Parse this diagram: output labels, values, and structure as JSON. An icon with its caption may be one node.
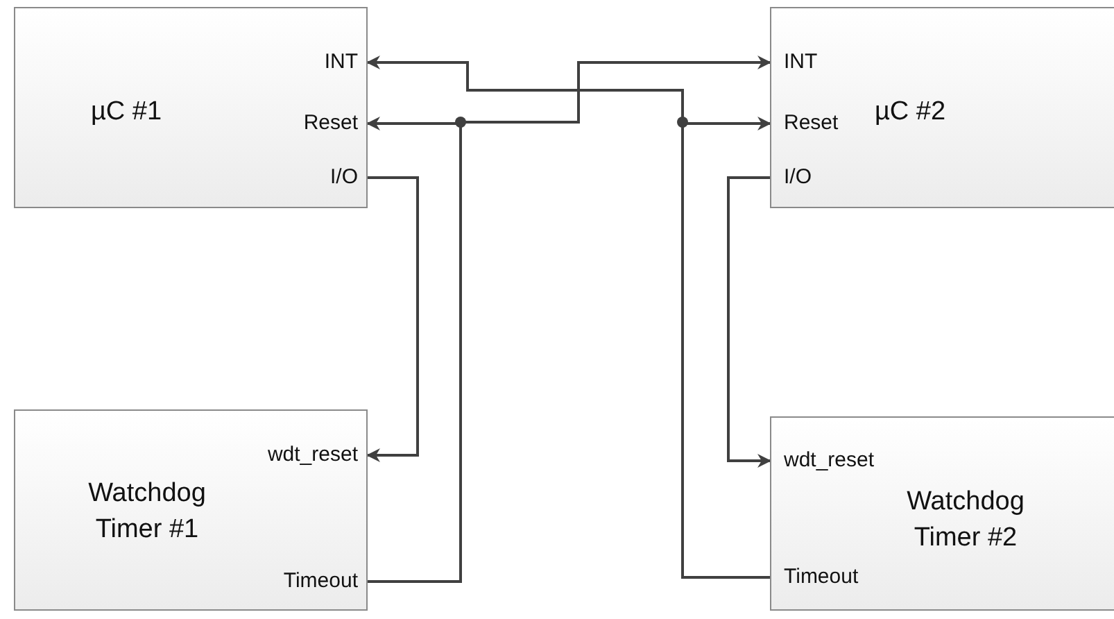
{
  "diagram": {
    "nodes": [
      {
        "text": [
          "µC #1"
        ]
      },
      {
        "text": [
          "INT"
        ],
        "in": 0
      },
      {
        "text": [
          "Reset"
        ],
        "in": 0
      },
      {
        "text": [
          "I/O"
        ],
        "in": 0
      },
      {
        "text": [
          "µC #2"
        ]
      },
      {
        "text": [
          "INT"
        ],
        "in": 4
      },
      {
        "text": [
          "Reset"
        ],
        "in": 4
      },
      {
        "text": [
          "I/O"
        ],
        "in": 4
      },
      {
        "text": [
          "Watchdog Timer #1"
        ]
      },
      {
        "text": [
          "wdt_reset"
        ],
        "in": 8
      },
      {
        "text": [
          "Timeout"
        ],
        "in": 8
      },
      {
        "text": [
          "Watchdog Timer #2"
        ]
      },
      {
        "text": [
          "wdt_reset"
        ],
        "in": 11
      },
      {
        "text": [
          "Timeout"
        ],
        "in": 11
      }
    ],
    "edges": [
      {
        "from": 3,
        "to": 9,
        "arrow": "to"
      },
      {
        "from": 10,
        "to": 2,
        "arrow": "to"
      },
      {
        "from": 10,
        "to": 5,
        "arrow": "to"
      },
      {
        "from": 7,
        "to": 12,
        "arrow": "to"
      },
      {
        "from": 13,
        "to": 6,
        "arrow": "to"
      },
      {
        "from": 13,
        "to": 1,
        "arrow": "to"
      }
    ]
  }
}
